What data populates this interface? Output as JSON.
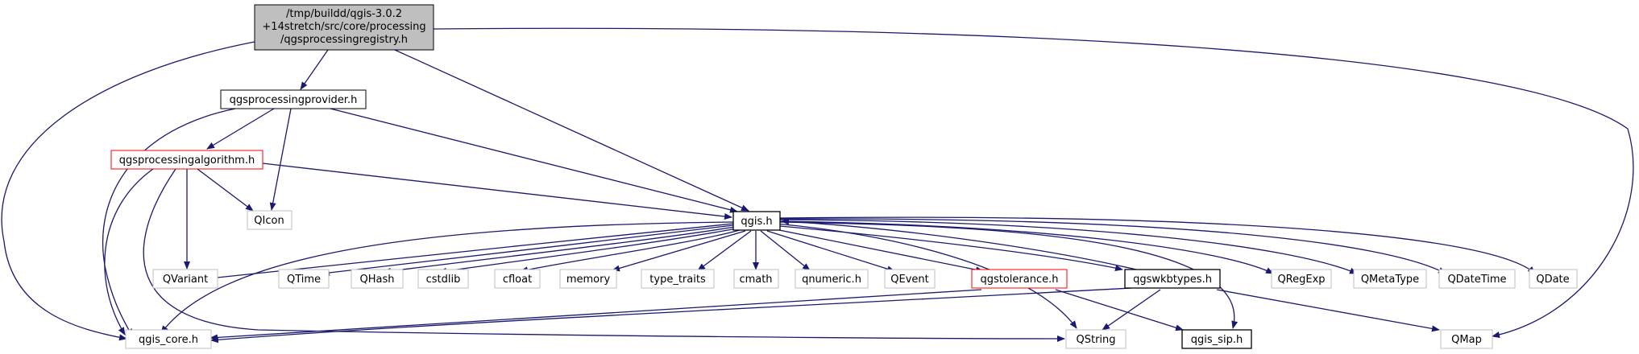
{
  "root": {
    "lines": [
      "/tmp/buildd/qgis-3.0.2",
      "+14stretch/src/core/processing",
      "/qgsprocessingregistry.h"
    ]
  },
  "nodes": {
    "provider": "qgsprocessingprovider.h",
    "algorithm": "qgsprocessingalgorithm.h",
    "qgis": "qgis.h",
    "qicon": "QIcon",
    "qvariant": "QVariant",
    "qtime": "QTime",
    "qhash": "QHash",
    "cstdlib": "cstdlib",
    "cfloat": "cfloat",
    "memory": "memory",
    "type_traits": "type_traits",
    "cmath": "cmath",
    "qnumeric": "qnumeric.h",
    "qevent": "QEvent",
    "qgstolerance": "qgstolerance.h",
    "qgswkbtypes": "qgswkbtypes.h",
    "qregexp": "QRegExp",
    "qmetatype": "QMetaType",
    "qdatetime": "QDateTime",
    "qdate": "QDate",
    "qgis_core": "qgis_core.h",
    "qstring": "QString",
    "qgis_sip": "qgis_sip.h",
    "qmap": "QMap"
  },
  "colors": {
    "edge": "#191970",
    "root_fill": "#bfbfbf",
    "documented_border": "#000000",
    "external_border": "#bfbfbf",
    "undocumented_border": "#ff0000"
  }
}
